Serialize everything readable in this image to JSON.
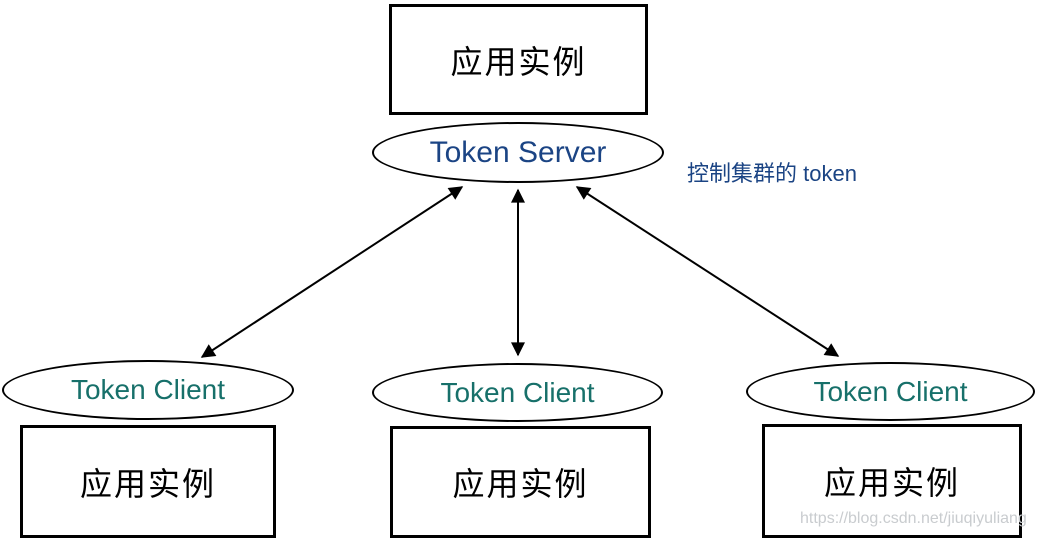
{
  "diagram": {
    "server_group": {
      "box_label": "应用实例",
      "ellipse_label": "Token Server"
    },
    "annotation": "控制集群的 token",
    "clients": [
      {
        "ellipse_label": "Token Client",
        "box_label": "应用实例"
      },
      {
        "ellipse_label": "Token Client",
        "box_label": "应用实例"
      },
      {
        "ellipse_label": "Token Client",
        "box_label": "应用实例"
      }
    ],
    "watermark": "https://blog.csdn.net/jiuqiyuliang",
    "colors": {
      "server_text": "#1b4484",
      "client_text": "#17706a",
      "annotation_text": "#1b4484",
      "node_stroke": "#000000",
      "arrow": "#000000",
      "watermark_text": "#c9cccf",
      "background": "#ffffff"
    }
  }
}
